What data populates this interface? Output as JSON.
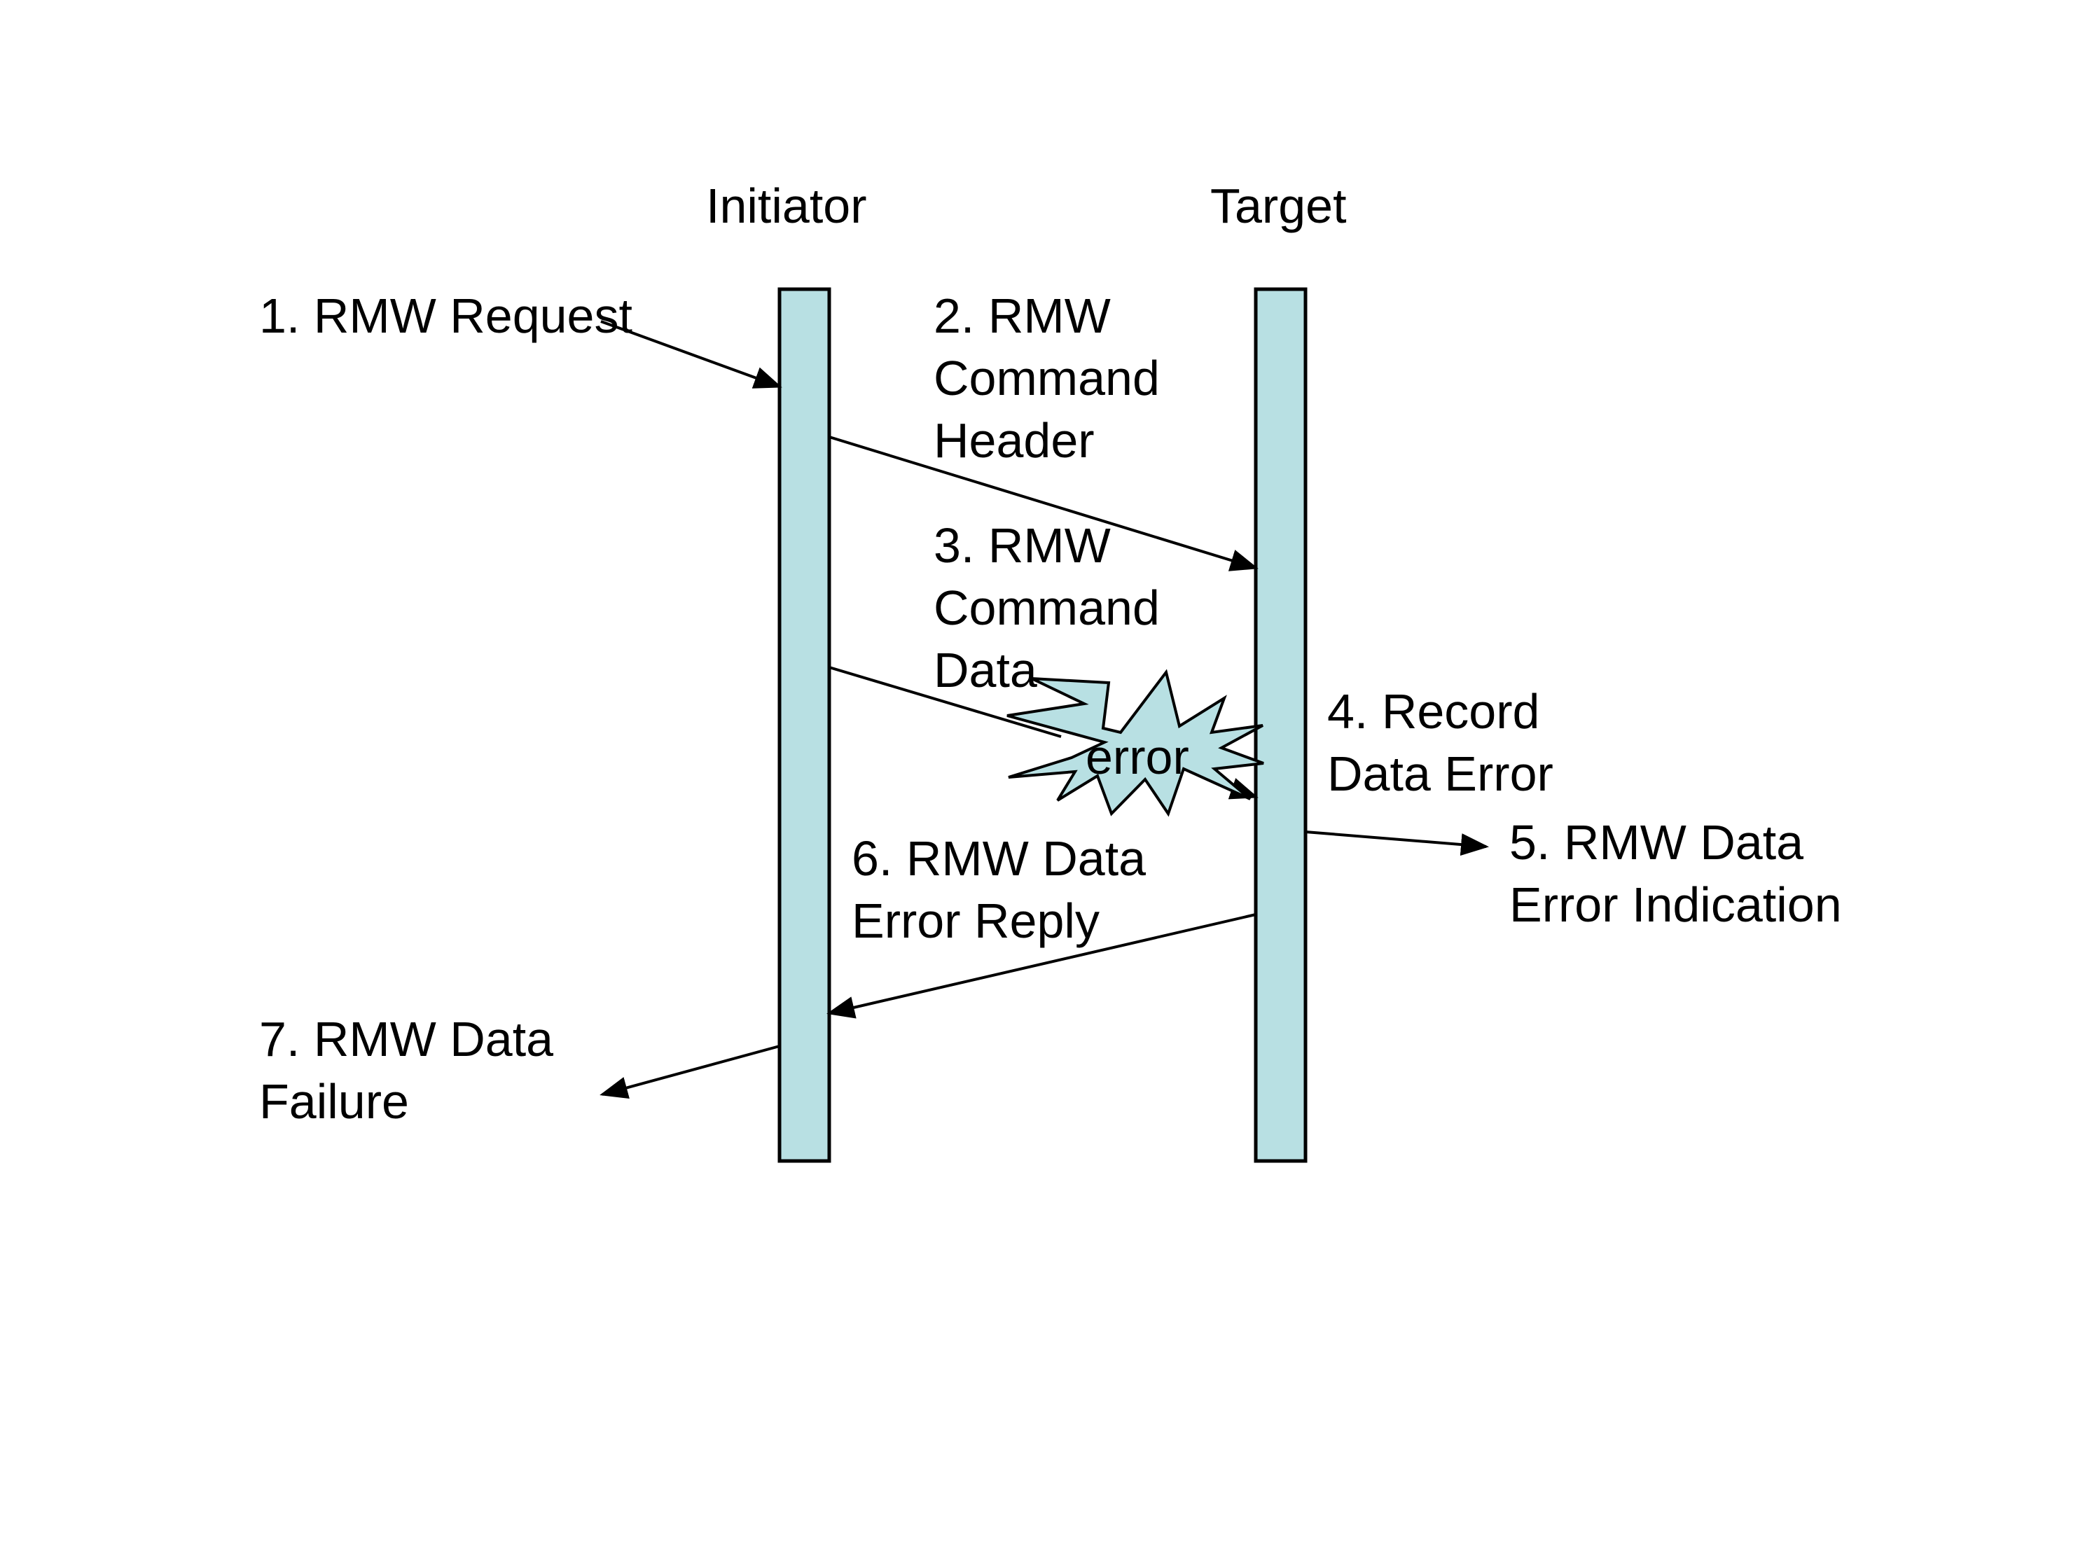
{
  "colors": {
    "lifeline_fill": "#b8e0e3",
    "burst_fill": "#b8e0e3",
    "line": "#000000",
    "text": "#000000"
  },
  "participants": {
    "initiator": "Initiator",
    "target": "Target"
  },
  "steps": {
    "s1": [
      "1. RMW Request"
    ],
    "s2": [
      "2. RMW",
      "Command",
      "Header"
    ],
    "s3": [
      "3. RMW",
      "Command",
      "Data"
    ],
    "s4": [
      "4. Record",
      "Data Error"
    ],
    "s5": [
      "5. RMW Data",
      "Error Indication"
    ],
    "s6": [
      "6. RMW Data",
      "Error Reply"
    ],
    "s7": [
      "7. RMW Data",
      "Failure"
    ]
  },
  "error_burst": {
    "label": "error"
  }
}
